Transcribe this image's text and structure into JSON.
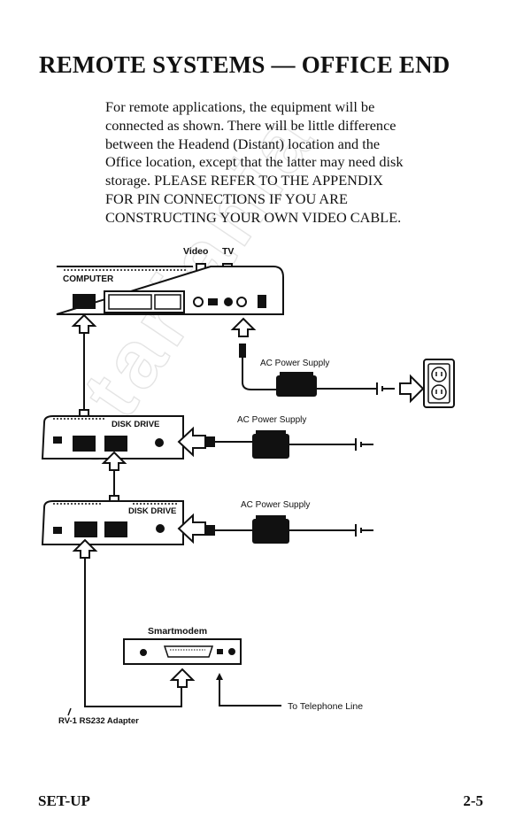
{
  "page": {
    "title": "REMOTE SYSTEMS — OFFICE END",
    "body_lines": [
      "For remote applications, the equipment will be",
      "connected as shown. There will be little difference",
      "between the Headend (Distant) location and the",
      "Office location, except that the latter may need disk",
      "storage. PLEASE REFER TO THE APPENDIX",
      "FOR PIN CONNECTIONS IF YOU ARE",
      "CONSTRUCTING YOUR OWN VIDEO CABLE."
    ],
    "footer_left": "SET-UP",
    "footer_right": "2-5",
    "watermark": "atariania"
  },
  "diagram": {
    "video_label": "Video",
    "tv_label": "TV",
    "computer_label": "COMPUTER",
    "disk_drive_1_label": "DISK DRIVE",
    "disk_drive_2_label": "DISK DRIVE",
    "power_supply_1": "AC Power Supply",
    "power_supply_2": "AC Power Supply",
    "power_supply_3": "AC Power Supply",
    "smartmodem_label": "Smartmodem",
    "telephone_label": "To Telephone Line",
    "adapter_label": "RV-1  RS232 Adapter"
  }
}
